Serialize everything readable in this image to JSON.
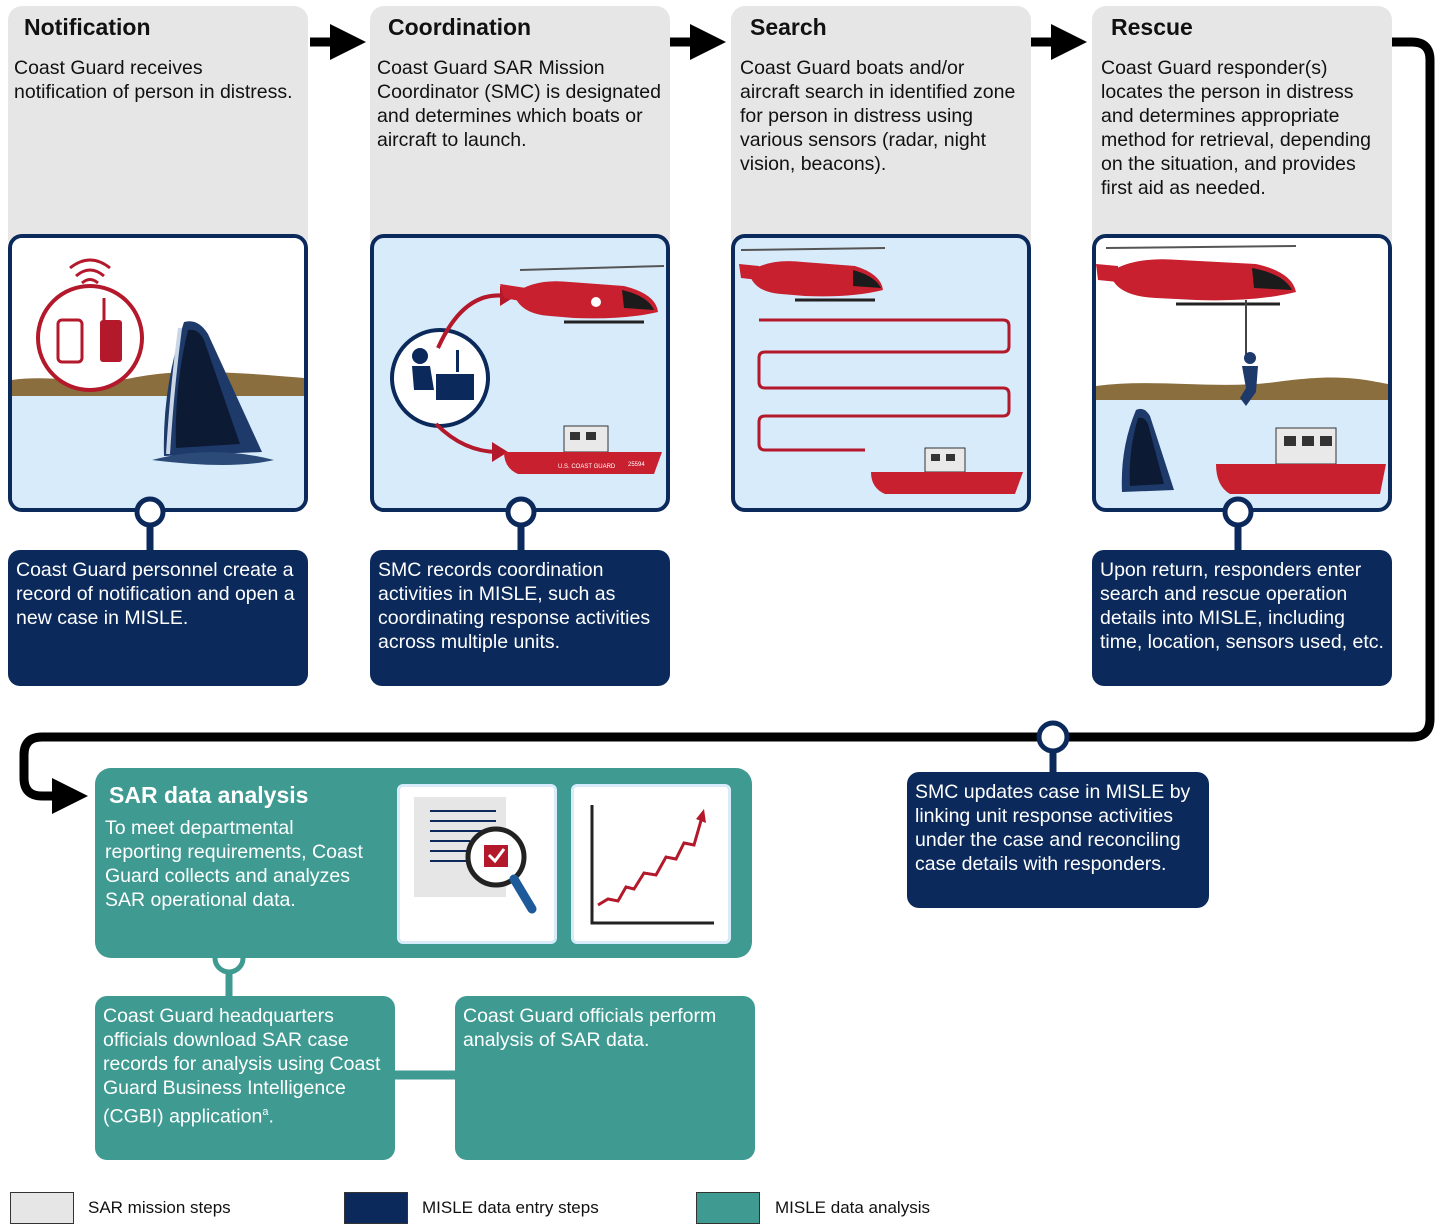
{
  "steps": [
    {
      "title": "Notification",
      "text": "Coast Guard receives notification of person in distress."
    },
    {
      "title": "Coordination",
      "text": "Coast Guard SAR Mission Coordinator (SMC) is designated and determines which boats or aircraft to launch."
    },
    {
      "title": "Search",
      "text": "Coast Guard boats and/or aircraft search in identified zone for person in distress using various sensors (radar, night vision, beacons)."
    },
    {
      "title": "Rescue",
      "text": "Coast Guard responder(s) locates the person in distress and determines appropriate method for retrieval, depending on the situation, and provides first aid as needed."
    }
  ],
  "entries": [
    "Coast Guard personnel create a record of notification and open a new case in MISLE.",
    "SMC records coordination activities in MISLE, such as coordinating response activities across multiple units.",
    "Upon return, responders enter search and rescue operation details into MISLE, including time, location, sensors used, etc.",
    "SMC updates case in MISLE by linking unit response activities under the case and reconciling case details with responders."
  ],
  "analysis": {
    "title": "SAR data analysis",
    "text": "To meet departmental reporting requirements, Coast Guard collects and analyzes SAR operational data.",
    "box1": "Coast Guard headquarters officials download SAR case records for analysis using Coast Guard Business Intelligence (CGBI) application",
    "box1_sup": "a",
    "box1_end": ".",
    "box2": "Coast Guard officials perform analysis of SAR data."
  },
  "boat_labels": {
    "hull_text": "U.S. COAST GUARD",
    "hull_number": "25594"
  },
  "legend": [
    "SAR mission steps",
    "MISLE data entry steps",
    "MISLE data analysis"
  ],
  "colors": {
    "step_gray": "#e6e6e6",
    "entry_navy": "#0b2a5b",
    "analysis_teal": "#3f9a91",
    "accent_red": "#b3182b",
    "water": "#d8ebfa"
  }
}
